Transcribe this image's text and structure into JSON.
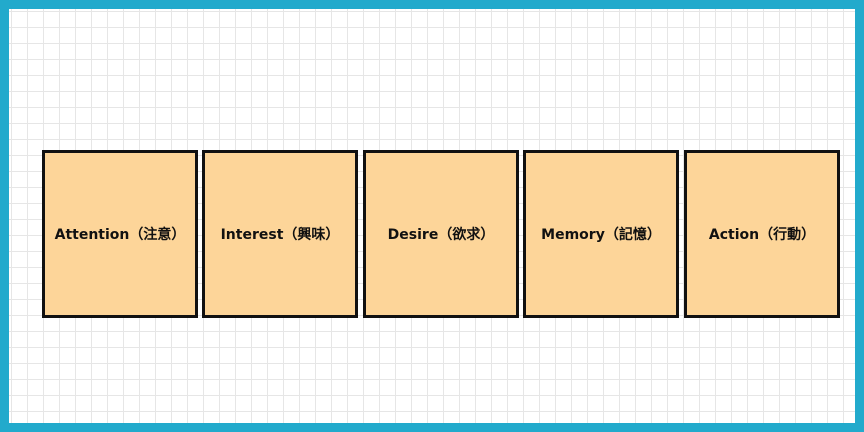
{
  "colors": {
    "frame_border": "#22aacc",
    "grid_line": "#e6e6e6",
    "box_fill": "#fdd599",
    "box_border": "#111111",
    "text": "#111111"
  },
  "stages": [
    {
      "label": "Attention（注意）"
    },
    {
      "label": "Interest（興味）"
    },
    {
      "label": "Desire（欲求）"
    },
    {
      "label": "Memory（記憶）"
    },
    {
      "label": "Action（行動）"
    }
  ]
}
